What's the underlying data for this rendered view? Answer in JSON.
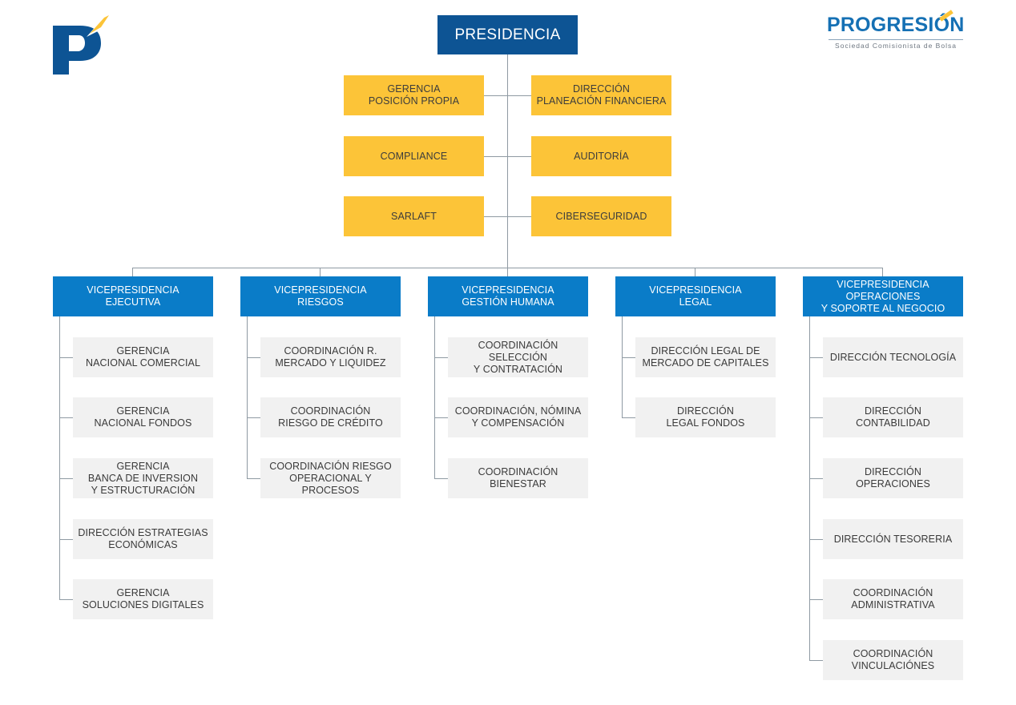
{
  "brand": {
    "name": "PROGRESIÓN",
    "tagline": "Sociedad Comisionista de Bolsa",
    "colors": {
      "navy": "#0d5494",
      "blue": "#0a7cc8",
      "yellow": "#fcc438",
      "grey": "#f1f1f1"
    }
  },
  "icons": {
    "left_logo": "progresion-p-logo-icon"
  },
  "org": {
    "top": "PRESIDENCIA",
    "staff_pairs": [
      {
        "left": "GERENCIA\nPOSICIÓN PROPIA",
        "right": "DIRECCIÓN\nPLANEACIÓN FINANCIERA"
      },
      {
        "left": "COMPLIANCE",
        "right": "AUDITORÍA"
      },
      {
        "left": "SARLAFT",
        "right": "CIBERSEGURIDAD"
      }
    ],
    "vps": [
      {
        "title": "VICEPRESIDENCIA\nEJECUTIVA",
        "units": [
          "GERENCIA\nNACIONAL COMERCIAL",
          "GERENCIA\nNACIONAL FONDOS",
          "GERENCIA\nBANCA DE INVERSION\nY ESTRUCTURACIÓN",
          "DIRECCIÓN ESTRATEGIAS\nECONÓMICAS",
          "GERENCIA\nSOLUCIONES DIGITALES"
        ]
      },
      {
        "title": "VICEPRESIDENCIA\nRIESGOS",
        "units": [
          "COORDINACIÓN R.\nMERCADO Y LIQUIDEZ",
          "COORDINACIÓN\nRIESGO DE CRÉDITO",
          "COORDINACIÓN RIESGO\nOPERACIONAL Y PROCESOS"
        ]
      },
      {
        "title": "VICEPRESIDENCIA\nGESTIÓN HUMANA",
        "units": [
          "COORDINACIÓN SELECCIÓN\nY CONTRATACIÓN",
          "COORDINACIÓN, NÓMINA\nY COMPENSACIÓN",
          "COORDINACIÓN\nBIENESTAR"
        ]
      },
      {
        "title": "VICEPRESIDENCIA\nLEGAL",
        "units": [
          "DIRECCIÓN LEGAL DE\nMERCADO DE CAPITALES",
          "DIRECCIÓN\nLEGAL FONDOS"
        ]
      },
      {
        "title": "VICEPRESIDENCIA\nOPERACIONES\nY SOPORTE AL NEGOCIO",
        "units": [
          "DIRECCIÓN TECNOLOGÍA",
          "DIRECCIÓN CONTABILIDAD",
          "DIRECCIÓN OPERACIONES",
          "DIRECCIÓN TESORERIA",
          "COORDINACIÓN\nADMINISTRATIVA",
          "COORDINACIÓN\nVINCULACIÓNES"
        ]
      }
    ]
  }
}
